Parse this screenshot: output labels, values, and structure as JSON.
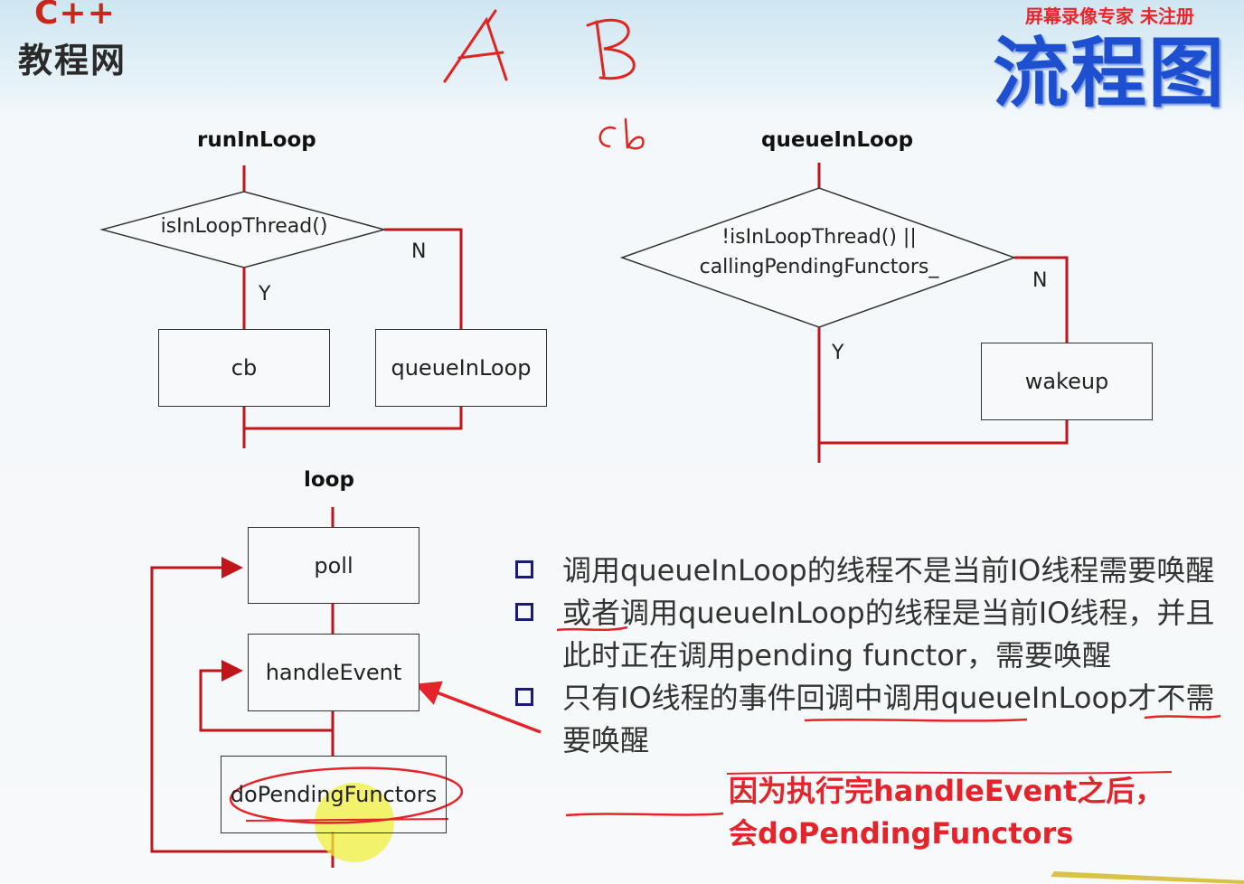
{
  "logo": {
    "line1": "C++",
    "line2": "教程网"
  },
  "watermark": "屏幕录像专家 未注册",
  "page_title": "流程图",
  "handwriting": {
    "a": "A",
    "b": "B",
    "cb": "cb"
  },
  "run_in_loop": {
    "title": "runInLoop",
    "decision": "isInLoopThread()",
    "yes": "Y",
    "no": "N",
    "box_yes": "cb",
    "box_no": "queueInLoop"
  },
  "queue_in_loop": {
    "title": "queueInLoop",
    "decision_line1": "!isInLoopThread() ||",
    "decision_line2": "callingPendingFunctors_",
    "yes": "Y",
    "no": "N",
    "box_no": "wakeup"
  },
  "loop": {
    "title": "loop",
    "box1": "poll",
    "box2": "handleEvent",
    "box3": "doPendingFunctors"
  },
  "bullets": [
    "调用queueInLoop的线程不是当前IO线程需要唤醒",
    "或者调用queueInLoop的线程是当前IO线程，并且此时正在调用pending functor，需要唤醒",
    "只有IO线程的事件回调中调用queueInLoop才不需要唤醒"
  ],
  "note": {
    "line1": "因为执行完handleEvent之后，",
    "line2": "会doPendingFunctors"
  },
  "colors": {
    "flow_line": "#c0151b",
    "title_blue": "#1e4fd0",
    "annotation_red": "#e4242a"
  }
}
